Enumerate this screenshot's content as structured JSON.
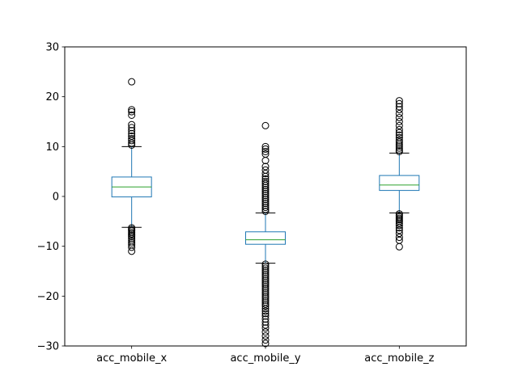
{
  "chart_data": {
    "type": "box",
    "categories": [
      "acc_mobile_x",
      "acc_mobile_y",
      "acc_mobile_z"
    ],
    "ylim": [
      -30,
      30
    ],
    "yticks": [
      -30,
      -20,
      -10,
      0,
      10,
      20,
      30
    ],
    "ytick_labels": [
      "−30",
      "−20",
      "−10",
      "0",
      "10",
      "20",
      "30"
    ],
    "colors": {
      "box": "#1f77b4",
      "median": "#2ca02c",
      "flier": "#000000"
    },
    "boxes": [
      {
        "name": "acc_mobile_x",
        "whisker_low": -6.2,
        "q1": -0.1,
        "median": 1.9,
        "q3": 3.9,
        "whisker_high": 10.0,
        "fliers_low": [
          -6.3,
          -6.6,
          -6.9,
          -7.2,
          -7.5,
          -7.8,
          -8.1,
          -8.5,
          -8.9,
          -9.3,
          -9.7,
          -10.2,
          -11.0
        ],
        "fliers_high": [
          10.3,
          10.7,
          11.2,
          11.6,
          12.1,
          12.6,
          13.2,
          13.8,
          14.4,
          16.3,
          17.0,
          17.4,
          23.0
        ]
      },
      {
        "name": "acc_mobile_y",
        "whisker_low": -13.4,
        "q1": -9.6,
        "median": -8.7,
        "q3": -7.1,
        "whisker_high": -3.3,
        "fliers_low": [
          -13.6,
          -14.0,
          -14.4,
          -14.8,
          -15.2,
          -15.6,
          -16.0,
          -16.4,
          -16.8,
          -17.2,
          -17.6,
          -18.0,
          -18.4,
          -18.8,
          -19.2,
          -19.6,
          -20.0,
          -20.4,
          -20.8,
          -21.2,
          -21.6,
          -22.0,
          -22.5,
          -23.0,
          -23.5,
          -24.0,
          -24.6,
          -25.2,
          -25.8,
          -26.4,
          -27.2,
          -28.0,
          -28.8,
          -29.5
        ],
        "fliers_high": [
          -3.0,
          -2.6,
          -2.2,
          -1.8,
          -1.4,
          -1.0,
          -0.6,
          -0.2,
          0.2,
          0.6,
          1.0,
          1.4,
          1.8,
          2.2,
          2.6,
          3.0,
          3.5,
          4.0,
          4.6,
          5.3,
          6.0,
          7.2,
          8.5,
          9.0,
          9.5,
          10.0,
          14.2
        ]
      },
      {
        "name": "acc_mobile_z",
        "whisker_low": -3.3,
        "q1": 1.2,
        "median": 2.3,
        "q3": 4.2,
        "whisker_high": 8.7,
        "fliers_low": [
          -3.5,
          -3.8,
          -4.1,
          -4.4,
          -4.7,
          -5.0,
          -5.4,
          -5.8,
          -6.3,
          -6.8,
          -7.4,
          -8.2,
          -8.8,
          -10.1
        ],
        "fliers_high": [
          9.0,
          9.3,
          9.7,
          10.1,
          10.5,
          10.9,
          11.3,
          11.8,
          12.3,
          12.8,
          13.4,
          14.2,
          15.0,
          15.8,
          16.6,
          17.4,
          18.0,
          18.6,
          19.2
        ]
      }
    ]
  }
}
